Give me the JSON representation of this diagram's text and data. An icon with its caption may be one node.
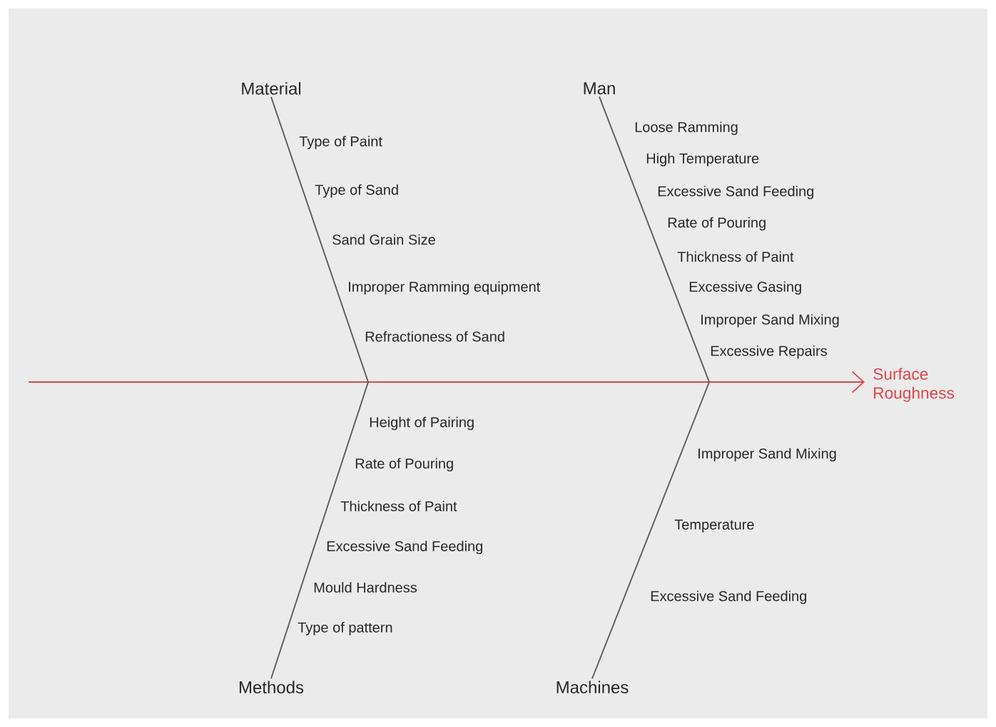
{
  "diagram": {
    "nodes": [
      {
        "text": [
          "Surface Roughness"
        ]
      },
      {
        "text": [
          "Material"
        ]
      },
      {
        "text": [
          "Man"
        ]
      },
      {
        "text": [
          "Methods"
        ]
      },
      {
        "text": [
          "Machines"
        ]
      }
    ],
    "edges": [
      {
        "from": null,
        "to": 0,
        "arrow": "to",
        "color": "#e0474c"
      },
      {
        "from": 1,
        "to": null,
        "arrow": "none"
      },
      {
        "from": 2,
        "to": null,
        "arrow": "none"
      },
      {
        "from": 3,
        "to": null,
        "arrow": "none"
      },
      {
        "from": 4,
        "to": null,
        "arrow": "none"
      }
    ],
    "labels": [
      "Type of Paint",
      "Type of Sand",
      "Sand Grain Size",
      "Improper Ramming equipment",
      "Refractioness of Sand",
      "Loose Ramming",
      "High Temperature",
      "Excessive Sand Feeding",
      "Rate of Pouring",
      "Thickness of Paint",
      "Excessive Gasing",
      "Improper Sand Mixing",
      "Excessive Repairs",
      "Height of Pairing",
      "Rate of Pouring",
      "Thickness of Paint",
      "Excessive Sand Feeding",
      "Mould Hardness",
      "Type of pattern",
      "Improper Sand Mixing",
      "Temperature",
      "Excessive Sand Feeding"
    ]
  }
}
